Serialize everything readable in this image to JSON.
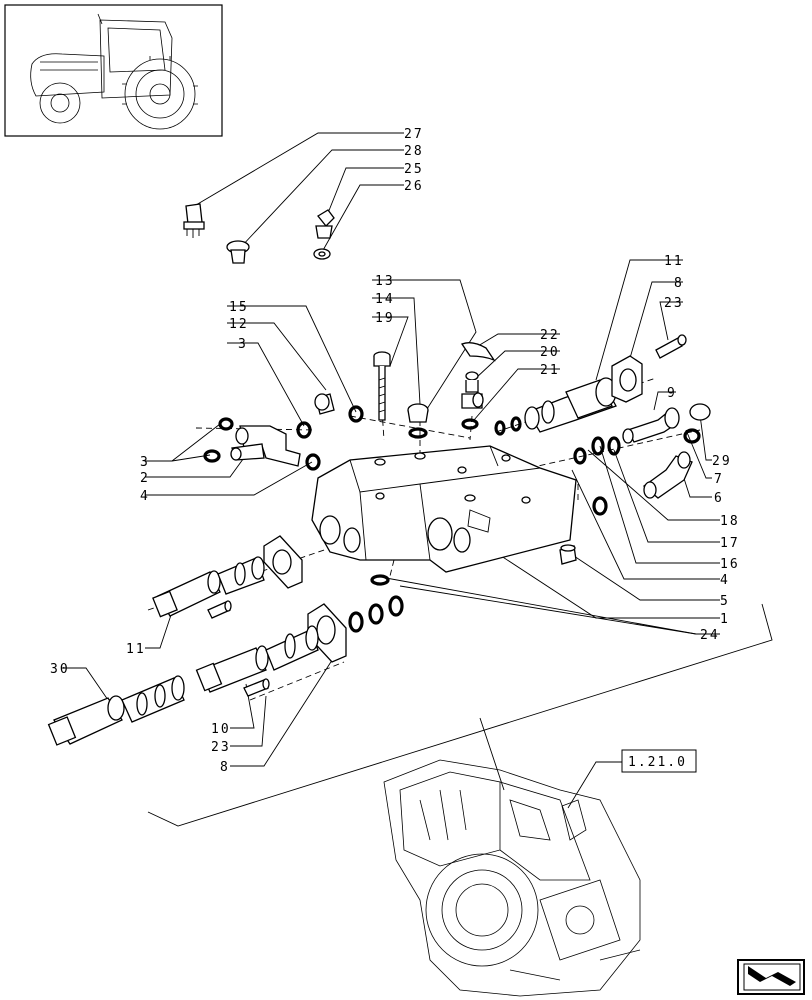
{
  "reference_box": {
    "label": "1.21.0"
  },
  "callouts": {
    "c27": "27",
    "c28": "28",
    "c25": "25",
    "c26": "26",
    "c13": "13",
    "c14": "14",
    "c19": "19",
    "c15": "15",
    "c12a": "12",
    "c3a": "3",
    "c22": "22",
    "c20": "20",
    "c21": "21",
    "c11a": "11",
    "c8a": "8",
    "c23a": "23",
    "c9": "9",
    "c7": "7",
    "c29": "29",
    "c6": "6",
    "c3b": "3",
    "c2": "2",
    "c4a": "4",
    "c18": "18",
    "c17": "17",
    "c16": "16",
    "c4b": "4",
    "c5": "5",
    "c1": "1",
    "c24": "24",
    "c11b": "11",
    "c30": "30",
    "c10": "10",
    "c23b": "23",
    "c8b": "8"
  },
  "icons": {
    "thumbnail": "tractor-thumbnail-icon",
    "nav": "next-page-arrow-icon"
  }
}
